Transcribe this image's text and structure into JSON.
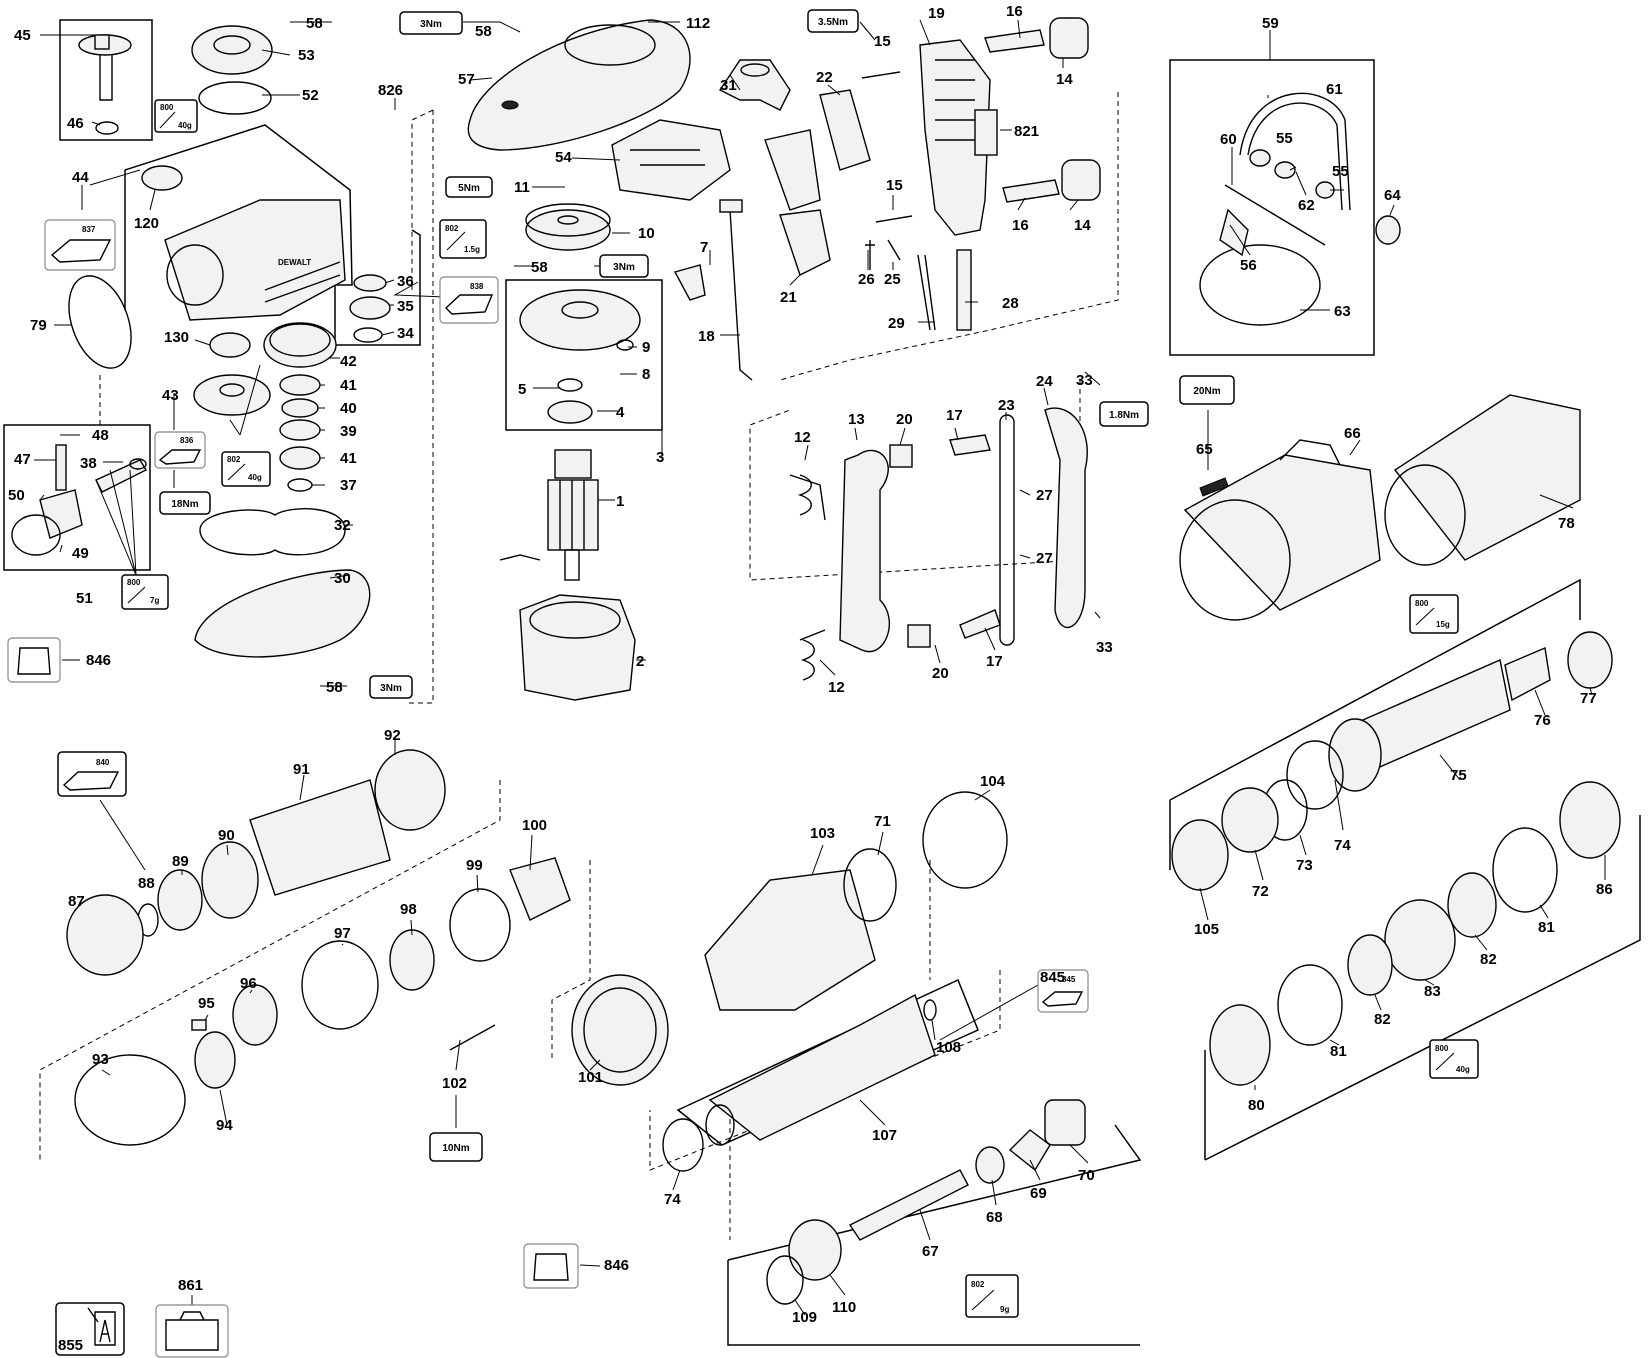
{
  "parts": {
    "p45": "45",
    "p46": "46",
    "p58a": "58",
    "p58b": "58",
    "p53": "53",
    "p52": "52",
    "p826": "826",
    "p112": "112",
    "p57": "57",
    "p15a": "15",
    "p19": "19",
    "p16a": "16",
    "p14a": "14",
    "p31": "31",
    "p22": "22",
    "p821": "821",
    "p54": "54",
    "p11": "11",
    "p10": "10",
    "p58c": "58",
    "p15b": "15",
    "p16b": "16",
    "p14b": "14",
    "p44": "44",
    "p120": "120",
    "p837": "837",
    "p36": "36",
    "p35": "35",
    "p34": "34",
    "p838": "838",
    "p130": "130",
    "p79": "79",
    "p42": "42",
    "p43": "43",
    "p41a": "41",
    "p40": "40",
    "p39": "39",
    "p41b": "41",
    "p37": "37",
    "p836": "836",
    "p48": "48",
    "p47": "47",
    "p38": "38",
    "p50": "50",
    "p49": "49",
    "p51": "51",
    "p32": "32",
    "p30": "30",
    "p846a": "846",
    "p58d": "58",
    "p9": "9",
    "p8": "8",
    "p5": "5",
    "p4": "4",
    "p3": "3",
    "p1": "1",
    "p2": "2",
    "p7": "7",
    "p18": "18",
    "p21": "21",
    "p26": "26",
    "p25": "25",
    "p28": "28",
    "p29": "29",
    "p59": "59",
    "p61": "61",
    "p60": "60",
    "p55a": "55",
    "p55b": "55",
    "p62": "62",
    "p64": "64",
    "p56": "56",
    "p63": "63",
    "p24": "24",
    "p33a": "33",
    "p23": "23",
    "p12a": "12",
    "p13": "13",
    "p20a": "20",
    "p17a": "17",
    "p27a": "27",
    "p27b": "27",
    "p20b": "20",
    "p17b": "17",
    "p33b": "33",
    "p12b": "12",
    "p65": "65",
    "p66": "66",
    "p78": "78",
    "p77": "77",
    "p76": "76",
    "p75": "75",
    "p74a": "74",
    "p73": "73",
    "p72": "72",
    "p105": "105",
    "p86": "86",
    "p81a": "81",
    "p82a": "82",
    "p83": "83",
    "p82b": "82",
    "p81b": "81",
    "p80": "80",
    "p92": "92",
    "p91": "91",
    "p90": "90",
    "p89": "89",
    "p88": "88",
    "p87": "87",
    "p840": "840",
    "p100": "100",
    "p99": "99",
    "p98": "98",
    "p97": "97",
    "p96": "96",
    "p95": "95",
    "p94": "94",
    "p93": "93",
    "p102": "102",
    "p103": "103",
    "p71": "71",
    "p104": "104",
    "p101": "101",
    "p845": "845",
    "p108": "108",
    "p107": "107",
    "p74b": "74",
    "p70": "70",
    "p69": "69",
    "p68": "68",
    "p67": "67",
    "p110": "110",
    "p109": "109",
    "p846b": "846",
    "p861": "861",
    "p855": "855"
  },
  "torque": {
    "t58a": "3Nm",
    "t15": "3.5Nm",
    "t11": "5Nm",
    "t58c": "3Nm",
    "t58d": "3Nm",
    "t18": "18Nm",
    "t33": "1.8Nm",
    "t65": "20Nm",
    "t102": "10Nm"
  },
  "grease": {
    "g800a": {
      "code": "800",
      "amount": "40g"
    },
    "g802a": {
      "code": "802",
      "amount": "1.5g"
    },
    "g802b": {
      "code": "802",
      "amount": "40g"
    },
    "g800b": {
      "code": "800",
      "amount": "7g"
    },
    "g800c": {
      "code": "800",
      "amount": "15g"
    },
    "g800d": {
      "code": "800",
      "amount": "40g"
    },
    "g802c": {
      "code": "802",
      "amount": "9g"
    }
  },
  "icon_codes": {
    "i837": "837",
    "i838": "838",
    "i836": "836",
    "i840": "840",
    "i845": "845"
  },
  "brand": {
    "logo_text": "DEWALT"
  }
}
